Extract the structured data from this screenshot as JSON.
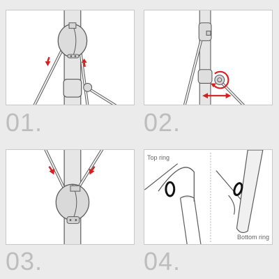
{
  "steps": [
    {
      "number": "01."
    },
    {
      "number": "02."
    },
    {
      "number": "03."
    },
    {
      "number": "04."
    }
  ],
  "labels": {
    "top_ring": "Top ring",
    "bottom_ring": "Bottom ring"
  },
  "colors": {
    "background": "#ebebeb",
    "panel": "#ffffff",
    "line": "#5a5a5a",
    "pole_fill": "#e4e4e4",
    "arrow": "#d42020",
    "ring": "#111111",
    "step_number": "#bdbdbd"
  }
}
